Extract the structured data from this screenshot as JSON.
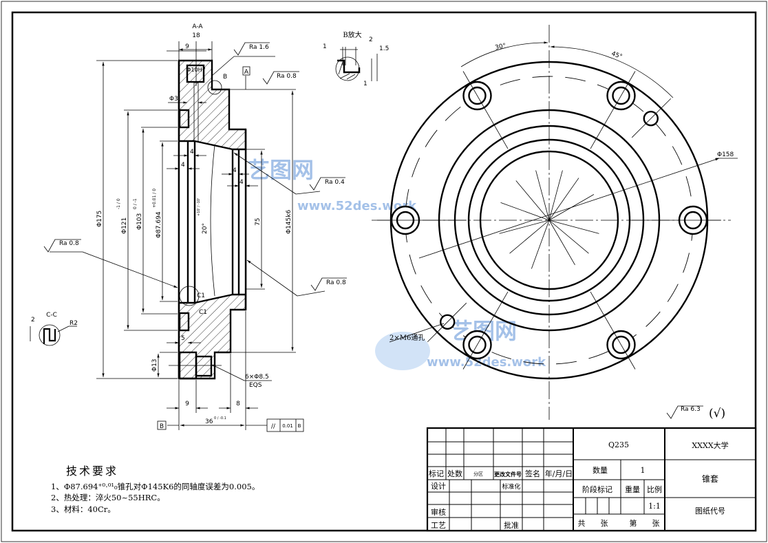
{
  "section_view": {
    "title": "A-A",
    "dims": {
      "width_18": "18",
      "width_9_top": "9",
      "hole_10h7": "Φ10H7",
      "detail_b": "B",
      "hole_3": "Φ3",
      "d175": "Φ175",
      "d121": "Φ121",
      "d121_tol": "-1 / 0",
      "d103": "Φ103",
      "d103_tol": "0 / -1",
      "d87": "Φ87.694",
      "d87_tol": "+0.01 / 0",
      "angle20": "20°",
      "angle20_tol": "+10' / -10'",
      "len75": "75",
      "d145": "Φ145k6",
      "four_a": "4",
      "four_b": "4",
      "four_c": "4",
      "four_d": "4",
      "c1_a": "C1",
      "c1_b": "C1",
      "five": "5",
      "d13": "Φ13",
      "holes": "6×Φ8.5",
      "eqs": "EQS",
      "bottom_9": "9",
      "bottom_8": "8",
      "len36": "36",
      "len36_tol": "0 / -0.1"
    },
    "datum_a": "A",
    "datum_b": "B",
    "tolerance_frame": {
      "symbol": "//",
      "value": "0.01",
      "datum": "B"
    },
    "roughness": {
      "top": "Ra 1.6",
      "right_top": "Ra 0.8",
      "cone": "Ra 0.4",
      "left": "Ra 0.8",
      "right": "Ra 0.8"
    }
  },
  "detail_b": {
    "title": "B放大",
    "d1": "1",
    "d2": "2",
    "d15": "1.5",
    "d1b": "1"
  },
  "section_c": {
    "title": "C-C",
    "d2": "2",
    "r2": "R2"
  },
  "front_view": {
    "angle30": "30°",
    "angle45": "45°",
    "d158": "Φ158",
    "tapped": "2×M6通孔",
    "bolt_hole_angles_deg": [
      30,
      90,
      150,
      210,
      270,
      330
    ],
    "tapped_hole_angles_deg": [
      45,
      225
    ]
  },
  "general_roughness": {
    "value": "Ra 6.3",
    "mark": "(√)"
  },
  "tech_requirements": {
    "title": "技术要求",
    "items": [
      "1、Φ87.694⁺⁰·⁰¹₀锥孔对Φ145K6的同轴度误差为0.005。",
      "2、热处理：淬火50~55HRC。",
      "3、材料：40Cr。"
    ]
  },
  "title_block": {
    "material": "Q235",
    "school": "XXXX大学",
    "part_name": "锥套",
    "drawing_no_label": "图纸代号",
    "quantity_label": "数量",
    "quantity": "1",
    "stage_label": "阶段标记",
    "weight_label": "重量",
    "scale_label": "比例",
    "scale": "1:1",
    "total_label": "共",
    "sheet_label": "张",
    "page_label": "第",
    "sheet_label2": "张",
    "rev_headers": [
      "标记",
      "处数",
      "分区",
      "更改文件号",
      "签名",
      "年/月/日"
    ],
    "design": "设计",
    "standardize": "标准化",
    "review": "审核",
    "process": "工艺",
    "approve": "批准"
  },
  "watermark": {
    "brand": "艺图网",
    "url": "www.52des.work"
  }
}
